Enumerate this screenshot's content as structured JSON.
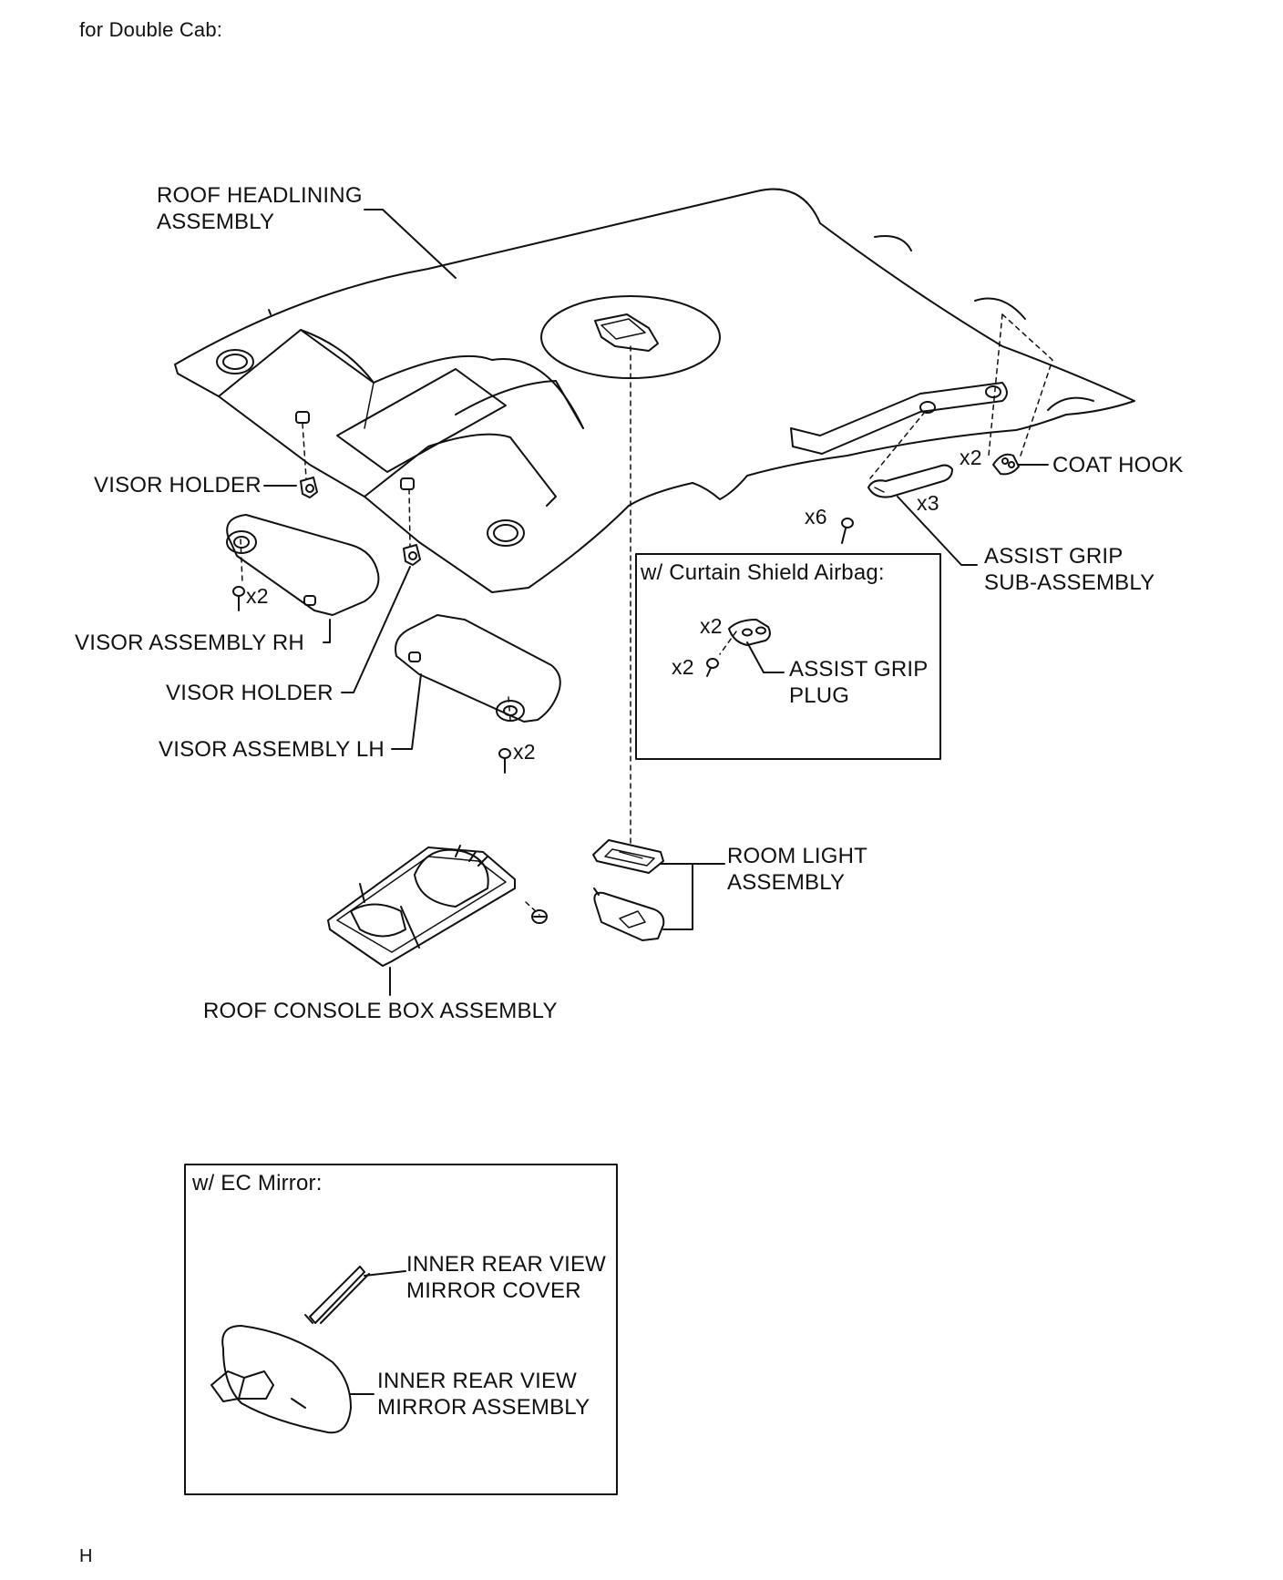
{
  "header": {
    "text": "for Double Cab:"
  },
  "footer": {
    "text": "H"
  },
  "parts": {
    "roof_headlining": "ROOF HEADLINING\nASSEMBLY",
    "coat_hook": "COAT HOOK",
    "visor_holder_upper": "VISOR HOLDER",
    "visor_holder_lower": "VISOR HOLDER",
    "visor_rh": "VISOR ASSEMBLY RH",
    "visor_lh": "VISOR ASSEMBLY LH",
    "assist_grip": "ASSIST GRIP\nSUB-ASSEMBLY",
    "room_light": "ROOM LIGHT\nASSEMBLY",
    "roof_console": "ROOF CONSOLE BOX ASSEMBLY"
  },
  "quantities": {
    "coat_hook": "x2",
    "visor_rh_screws": "x2",
    "visor_lh_screws": "x2",
    "grip_screws": "x6",
    "grip_count": "x3",
    "plug_count": "x2",
    "plug_screws": "x2"
  },
  "inset_airbag": {
    "title": "w/ Curtain Shield Airbag:",
    "part": "ASSIST GRIP\nPLUG"
  },
  "inset_mirror": {
    "title": "w/ EC Mirror:",
    "cover": "INNER REAR VIEW\nMIRROR COVER",
    "mirror": "INNER REAR VIEW\nMIRROR ASSEMBLY"
  }
}
